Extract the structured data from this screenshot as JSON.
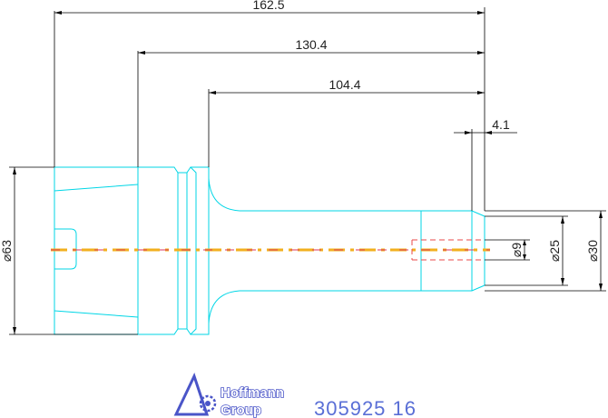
{
  "dimensions": {
    "length_overall": "162.5",
    "length_body": "130.4",
    "length_shank": "104.4",
    "tip_offset": "4.1",
    "dia_collet": "⌀63",
    "dia_bore": "⌀9",
    "dia_shank_small": "⌀25",
    "dia_shank": "⌀30"
  },
  "title_block": {
    "brand_line1": "Hoffmann",
    "brand_line2": "Group",
    "part_number": "305925 16"
  },
  "colors": {
    "outline": "#00d6e6",
    "dimension": "#000000",
    "centerline_a": "#f2b01e",
    "centerline_b": "#d9365a",
    "hidden": "#e84a4a",
    "logo": "#4a55c8",
    "part_number": "#5a6fd6"
  }
}
